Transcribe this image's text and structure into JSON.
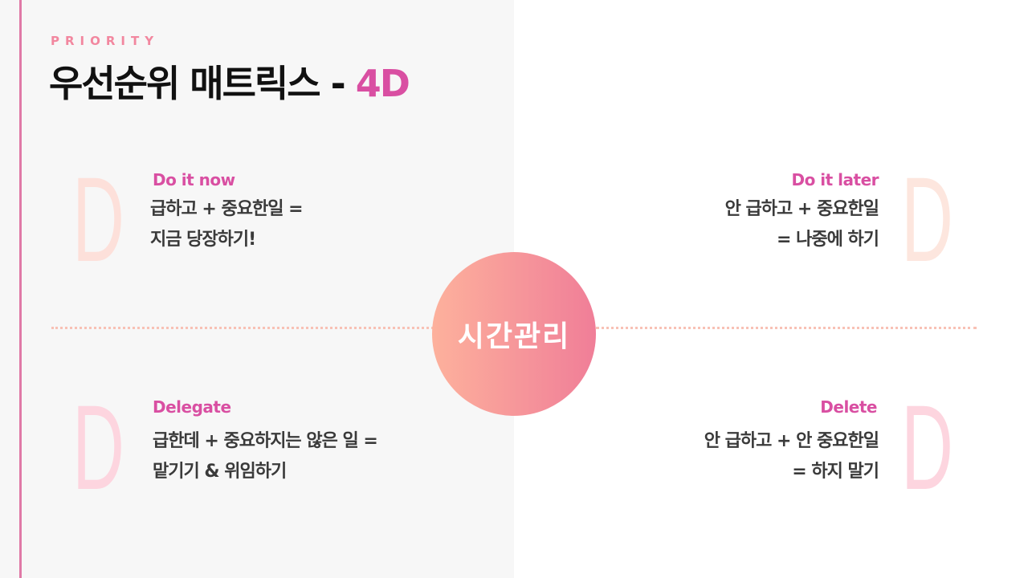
{
  "header": {
    "eyebrow": "PRIORITY",
    "title_main": "우선순위 매트릭스 - ",
    "title_accent": "4D"
  },
  "center": {
    "label": "시간관리"
  },
  "quadrants": [
    {
      "letter": "D",
      "heading": "Do it now",
      "lines": [
        "급하고 + 중요한일 =",
        "지금 당장하기!"
      ]
    },
    {
      "letter": "D",
      "heading": "Do it later",
      "lines": [
        "안 급하고 + 중요한일",
        "= 나중에 하기"
      ]
    },
    {
      "letter": "D",
      "heading": "Delegate",
      "lines": [
        "급한데 + 중요하지는 않은 일 =",
        "맡기기 & 위임하기"
      ]
    },
    {
      "letter": "D",
      "heading": "Delete",
      "lines": [
        "안 급하고 + 안 중요한일",
        "= 하지 말기"
      ]
    }
  ],
  "colors": {
    "accent": "#d94fa2",
    "eyebrow": "#f2879f",
    "circle_start": "#fdb19c",
    "circle_end": "#f07e98"
  }
}
